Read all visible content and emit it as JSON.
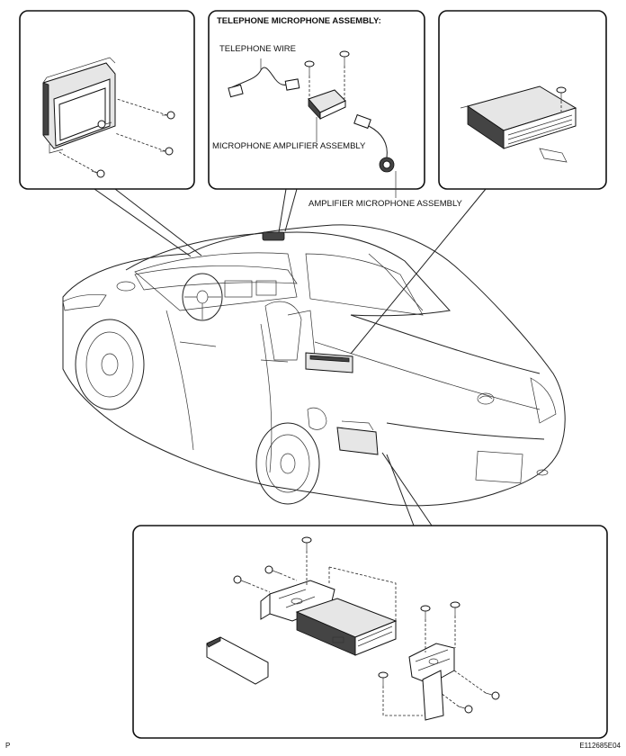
{
  "labels": {
    "telephone_microphone_assembly": "TELEPHONE MICROPHONE ASSEMBLY:",
    "telephone_wire": "TELEPHONE WIRE",
    "microphone_amplifier_assembly": "MICROPHONE AMPLIFIER ASSEMBLY",
    "amplifier_microphone_assembly": "AMPLIFIER MICROPHONE ASSEMBLY"
  },
  "footer": {
    "left_mark": "P",
    "figure_code": "E112685E04"
  }
}
